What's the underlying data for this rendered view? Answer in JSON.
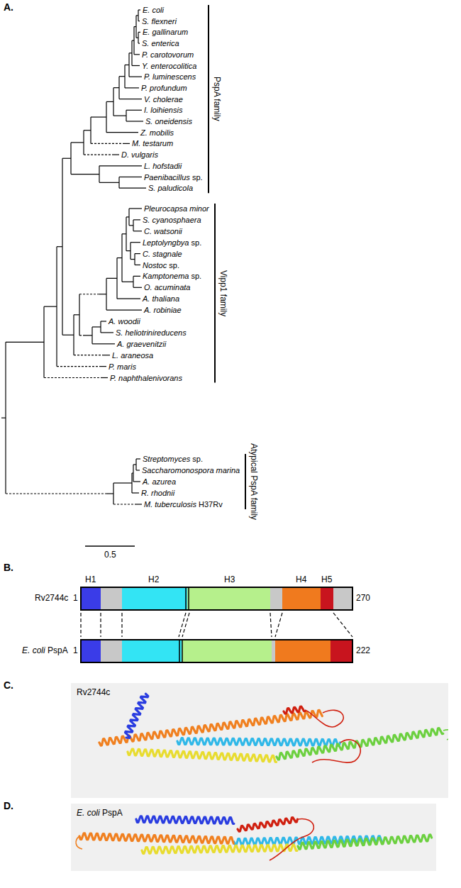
{
  "diagram": {
    "nodes": [
      {
        "text": [
          "Rv2744c"
        ]
      },
      {
        "text": [
          "E. coli PspA"
        ]
      }
    ],
    "labels": [
      "A.",
      "E. coli",
      "S. flexneri",
      "E. gallinarum",
      "S. enterica",
      "P. carotovorum",
      "Y. enterocolitica",
      "P. luminescens",
      "P. profundum",
      "V. cholerae",
      "I. loihiensis",
      "S. oneidensis",
      "Z. mobilis",
      "M. testarum",
      "D. vulgaris",
      "L. hofstadii",
      "Paenibacillus sp.",
      "S. paludicola",
      "Pleurocapsa minor",
      "S. cyanosphaera",
      "C. watsonii",
      "Leptolyngbya sp.",
      "C. stagnale",
      "Nostoc sp.",
      "Kamptonema sp.",
      "O. acuminata",
      "A. thaliana",
      "A. robiniae",
      "A. woodii",
      "S. heliotrinireducens",
      "A. graevenitzii",
      "L. araneosa",
      "P. maris",
      "P. naphthalenivorans",
      "Streptomyces sp.",
      "Saccharomonospora marina",
      "A. azurea",
      "R. rhodnii",
      "M. tuberculosis H37Rv",
      "PspA family",
      "Vipp1 family",
      "Atypical PspA family",
      "0.5",
      "B.",
      "H1",
      "H2",
      "H3",
      "H4",
      "H5",
      "Rv2744c",
      "1",
      "270",
      "E. coli PspA",
      "1",
      "222",
      "C.",
      "D."
    ]
  }
}
